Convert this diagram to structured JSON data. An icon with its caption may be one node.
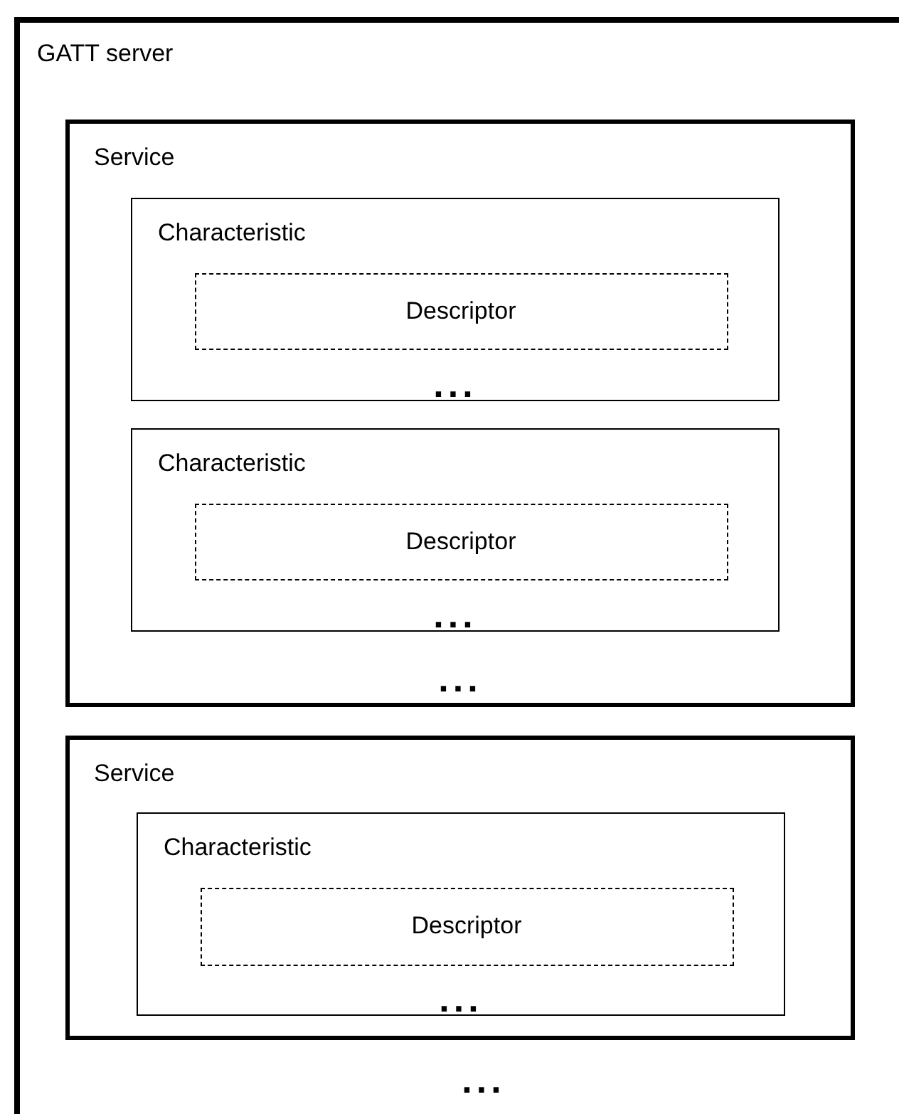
{
  "diagram": {
    "nodes": [
      {
        "text": [
          "GATT server",
          "..."
        ]
      },
      {
        "text": [
          "Service",
          "..."
        ],
        "in": 0
      },
      {
        "text": [
          "Characteristic",
          "..."
        ],
        "in": 1
      },
      {
        "text": [
          "Descriptor"
        ],
        "in": 2
      },
      {
        "text": [
          "Characteristic",
          "..."
        ],
        "in": 1
      },
      {
        "text": [
          "Descriptor"
        ],
        "in": 4
      },
      {
        "text": [
          "Service"
        ],
        "in": 0
      },
      {
        "text": [
          "Characteristic",
          "..."
        ],
        "in": 6
      },
      {
        "text": [
          "Descriptor"
        ],
        "in": 7
      }
    ]
  }
}
